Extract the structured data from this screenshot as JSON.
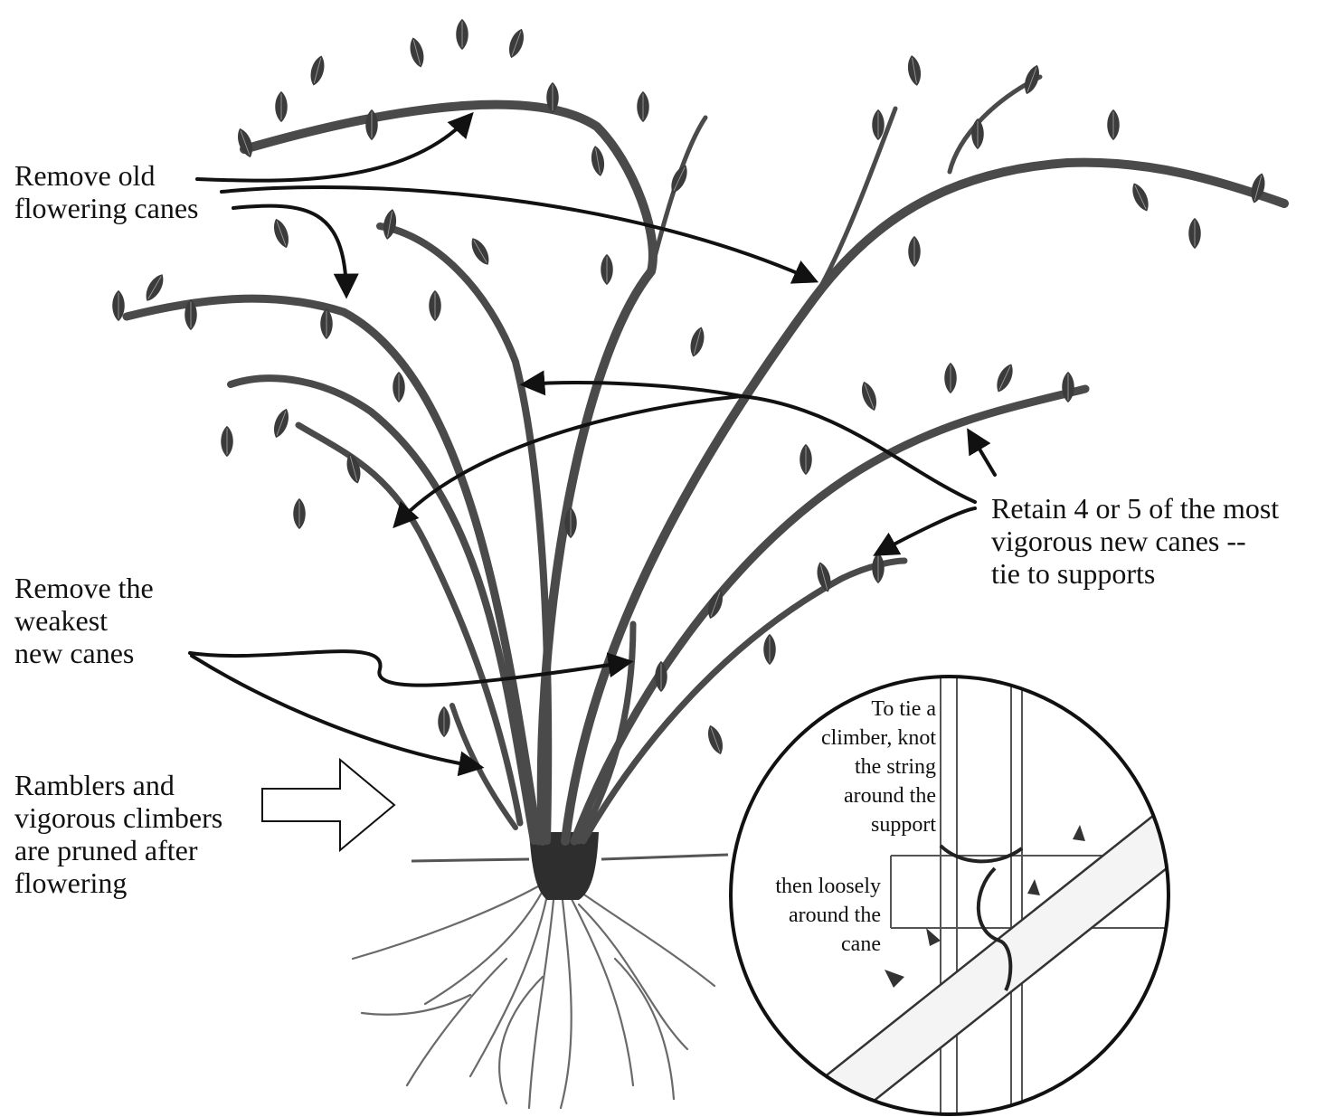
{
  "labels": {
    "remove_old": [
      "Remove old",
      "flowering canes"
    ],
    "remove_weak": [
      "Remove the",
      "weakest",
      "new canes"
    ],
    "ramblers": [
      "Ramblers and",
      "vigorous climbers",
      "are pruned after",
      "flowering"
    ],
    "retain": [
      "Retain 4 or 5 of the most",
      "vigorous new canes --",
      "tie to supports"
    ],
    "tie_step1": [
      "To tie a",
      "climber, knot",
      "the string",
      "around the",
      "support"
    ],
    "tie_step2": [
      "then loosely",
      "around the",
      "cane"
    ]
  }
}
